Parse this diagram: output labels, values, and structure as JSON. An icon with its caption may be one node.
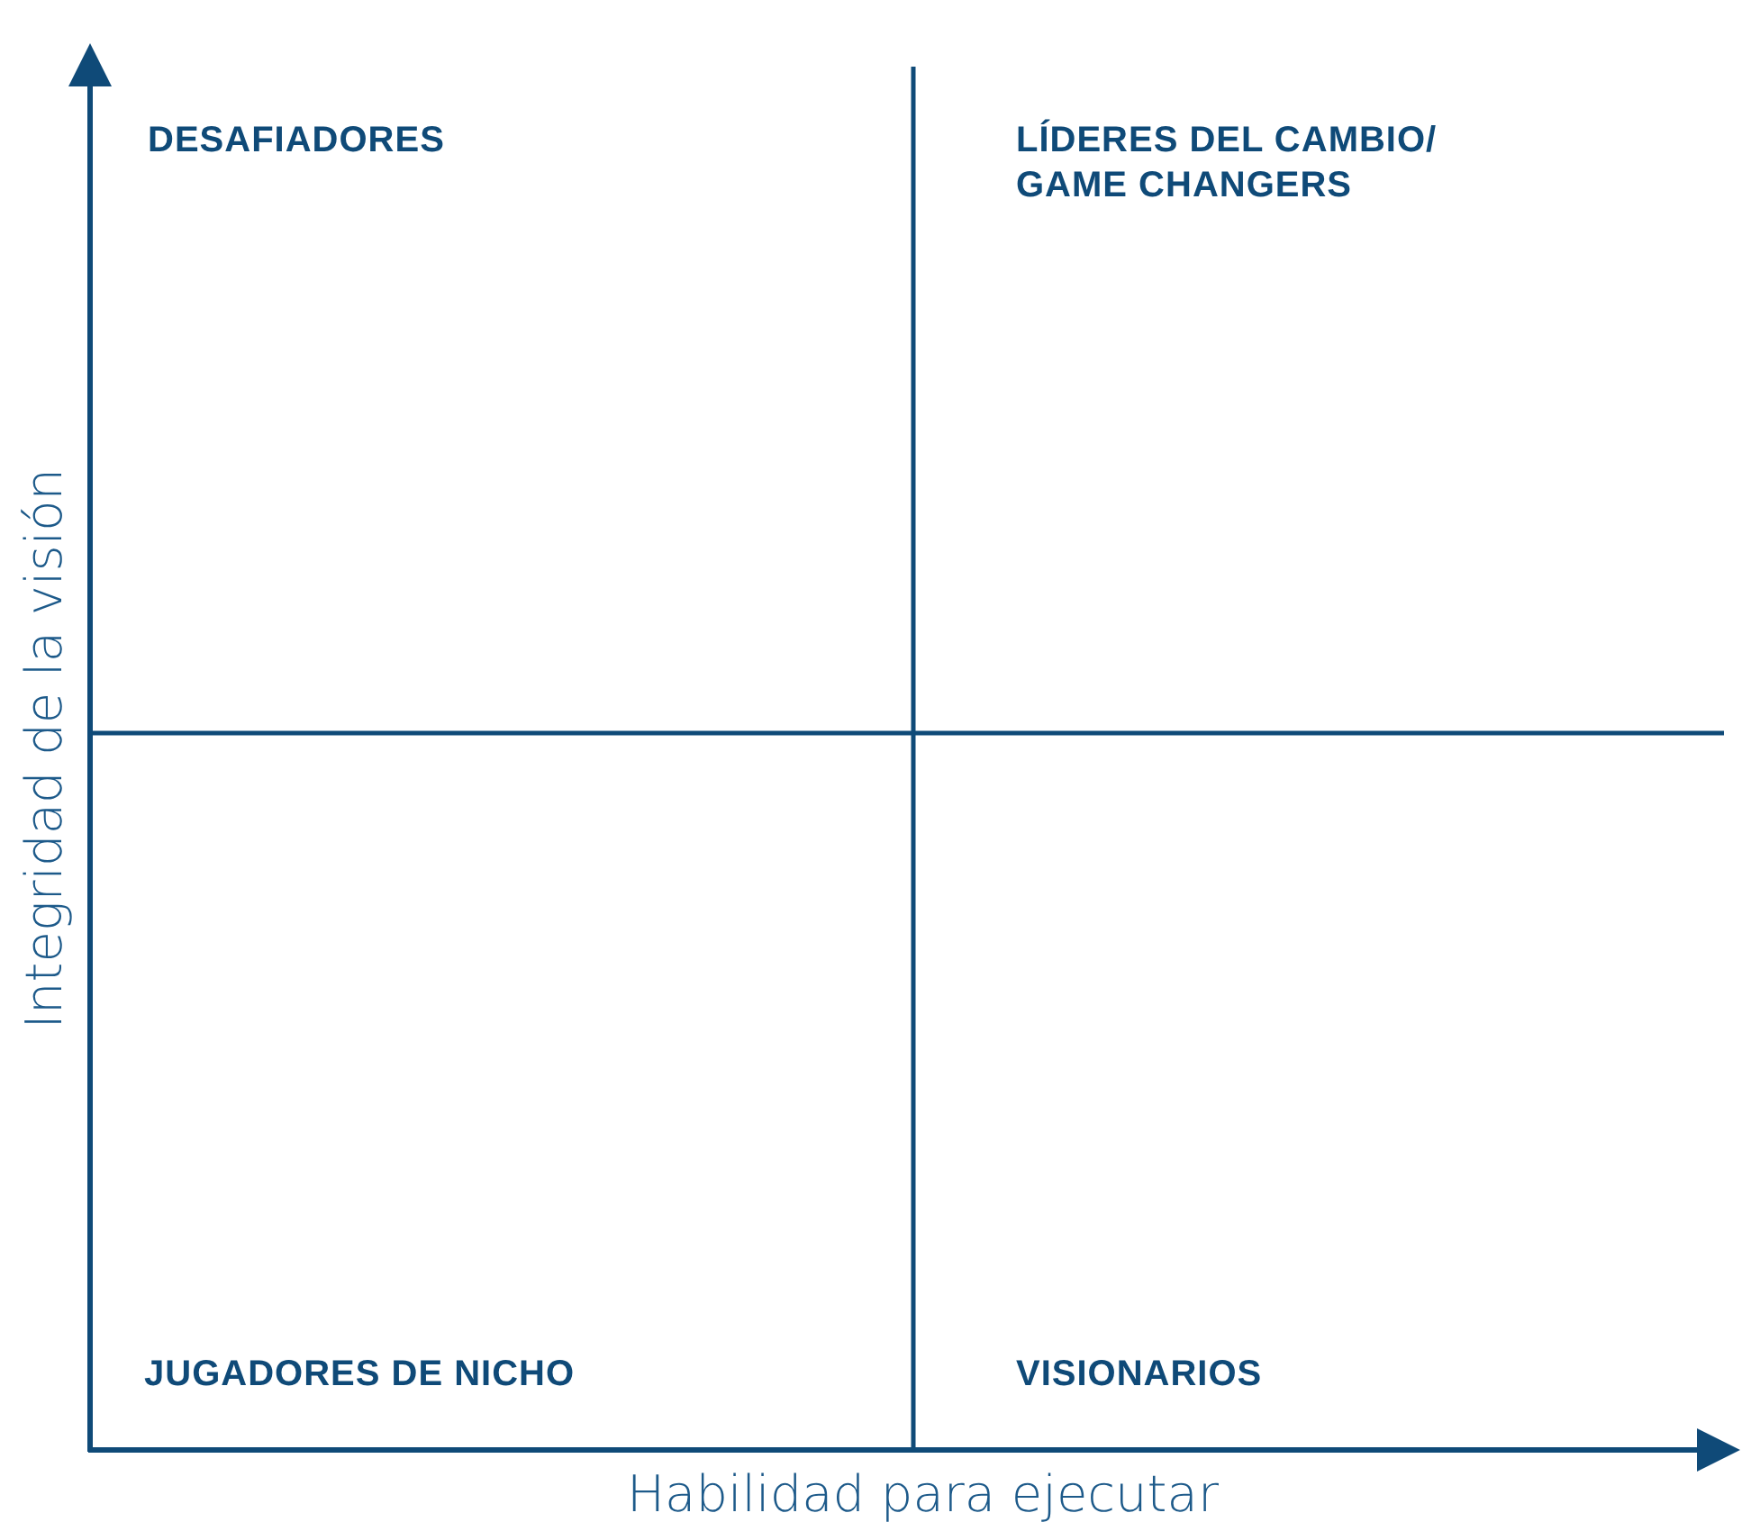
{
  "diagram": {
    "labels": [
      "DESAFIADORES",
      "LÍDERES DEL CAMBIO/ GAME CHANGERS",
      "JUGADORES DE NICHO",
      "VISIONARIOS",
      "Integridad de la visión",
      "Habilidad para ejecutar"
    ]
  }
}
